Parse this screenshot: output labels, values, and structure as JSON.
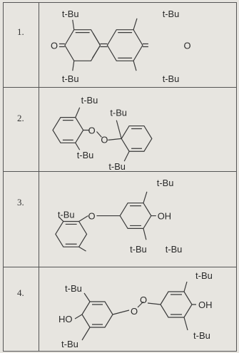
{
  "rows": [
    {
      "number": "1.",
      "labels": [
        "t-Bu",
        "t-Bu",
        "t-Bu",
        "t-Bu",
        "O",
        "O"
      ]
    },
    {
      "number": "2.",
      "labels": [
        "t-Bu",
        "t-Bu",
        "O",
        "O",
        "t-Bu",
        "t-Bu"
      ]
    },
    {
      "number": "3.",
      "labels": [
        "t-Bu",
        "t-Bu",
        "O",
        "OH",
        "t-Bu",
        "t-Bu"
      ]
    },
    {
      "number": "4.",
      "labels": [
        "t-Bu",
        "t-Bu",
        "HO",
        "O",
        "O",
        "OH",
        "t-Bu",
        "t-Bu"
      ]
    }
  ]
}
